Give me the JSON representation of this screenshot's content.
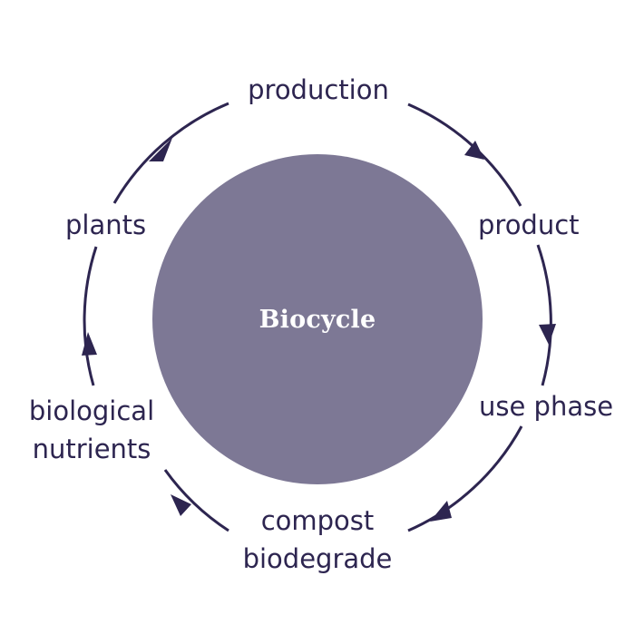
{
  "diagram": {
    "type": "cycle",
    "center_label": "Biocycle",
    "stages": [
      {
        "id": "production",
        "lines": [
          "production"
        ]
      },
      {
        "id": "product",
        "lines": [
          "product"
        ]
      },
      {
        "id": "use-phase",
        "lines": [
          "use phase"
        ]
      },
      {
        "id": "compost-biodegrade",
        "lines": [
          "compost",
          "biodegrade"
        ]
      },
      {
        "id": "biological-nutrients",
        "lines": [
          "biological",
          "nutrients"
        ]
      },
      {
        "id": "plants",
        "lines": [
          "plants"
        ]
      }
    ],
    "direction": "clockwise"
  },
  "colors": {
    "disc_fill": "#7d7895",
    "line": "#2d2550",
    "text": "#2d2550",
    "center_text": "#ffffff",
    "background": "#ffffff"
  }
}
